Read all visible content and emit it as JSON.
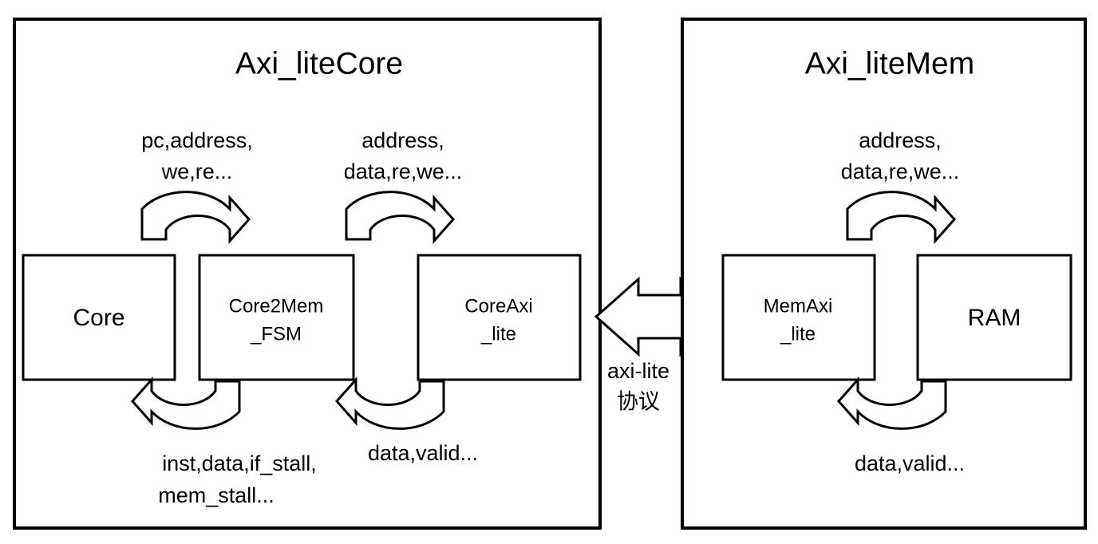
{
  "figure": {
    "type": "block-diagram",
    "background": "#ffffff",
    "line_color": "#000000",
    "text_color": "#000000"
  },
  "panels": [
    {
      "id": "axi-lite-core",
      "title": "Axi_liteCore",
      "blocks": [
        {
          "id": "core",
          "label_line1": "Core",
          "label_line2": ""
        },
        {
          "id": "core2mem-fsm",
          "label_line1": "Core2Mem",
          "label_line2": "_FSM"
        },
        {
          "id": "coreaxi-lite",
          "label_line1": "CoreAxi",
          "label_line2": "_lite"
        }
      ],
      "signals": [
        {
          "id": "core-to-fsm",
          "line1": "pc,address,",
          "line2": "we,re..."
        },
        {
          "id": "fsm-to-coreaxi",
          "line1": "address,",
          "line2": "data,re,we..."
        },
        {
          "id": "fsm-to-core",
          "line1": "inst,data,if_stall,",
          "line2": "mem_stall..."
        },
        {
          "id": "coreaxi-to-fsm",
          "line1": "data,valid...",
          "line2": ""
        }
      ]
    },
    {
      "id": "axi-lite-mem",
      "title": "Axi_liteMem",
      "blocks": [
        {
          "id": "memaxi-lite",
          "label_line1": "MemAxi",
          "label_line2": "_lite"
        },
        {
          "id": "ram",
          "label_line1": "RAM",
          "label_line2": ""
        }
      ],
      "signals": [
        {
          "id": "memaxi-to-ram",
          "line1": "address,",
          "line2": "data,re,we..."
        },
        {
          "id": "ram-to-memaxi",
          "line1": "data,valid...",
          "line2": ""
        }
      ]
    }
  ],
  "bus": {
    "id": "axi-lite-bus",
    "label_line1": "axi-lite",
    "label_line2": "协议",
    "direction": "bidirectional"
  }
}
